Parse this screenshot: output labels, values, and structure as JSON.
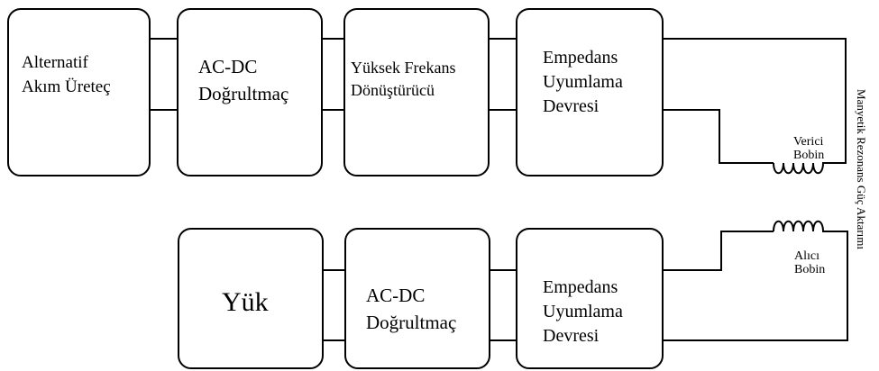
{
  "transmitter_chain": {
    "block1": {
      "line1": "Alternatif",
      "line2": "Akım Üreteç"
    },
    "block2": {
      "line1": "AC-DC",
      "line2": "Doğrultmaç"
    },
    "block3": {
      "line1": "Yüksek Frekans",
      "line2": "Dönüştürücü"
    },
    "block4": {
      "line1": "Empedans",
      "line2": "Uyumlama",
      "line3": "Devresi"
    },
    "coil_label": {
      "line1": "Verici",
      "line2": "Bobin"
    }
  },
  "receiver_chain": {
    "block1": {
      "line1": "Yük"
    },
    "block2": {
      "line1": "AC-DC",
      "line2": "Doğrultmaç"
    },
    "block3": {
      "line1": "Empedans",
      "line2": "Uyumlama",
      "line3": "Devresi"
    },
    "coil_label": {
      "line1": "Alıcı",
      "line2": "Bobin"
    }
  },
  "side_label": "Manyetik Rezonans Güç Aktarımı"
}
